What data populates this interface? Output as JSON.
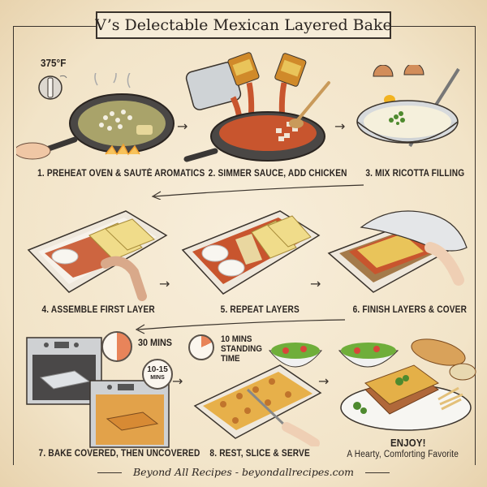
{
  "title": "V’s Delectable Mexican Layered Bake",
  "steps": [
    {
      "number": 1,
      "label": "1. PREHEAT OVEN & SAUTÉ AROMATICS",
      "note": "375°F",
      "icon": "skillet-onions-icon"
    },
    {
      "number": 2,
      "label": "2. SIMMER SAUCE, ADD CHICKEN",
      "icon": "sauce-pour-skillet-icon"
    },
    {
      "number": 3,
      "label": "3. MIX RICOTTA FILLING",
      "icon": "ricotta-bowl-whisk-icon"
    },
    {
      "number": 4,
      "label": "4. ASSEMBLE FIRST LAYER",
      "icon": "baking-dish-first-layer-icon"
    },
    {
      "number": 5,
      "label": "5. REPEAT LAYERS",
      "icon": "baking-dish-layers-icon"
    },
    {
      "number": 6,
      "label": "6. FINISH LAYERS & COVER",
      "icon": "baking-dish-foil-icon"
    },
    {
      "number": 7,
      "label": "7. BAKE COVERED, THEN UNCOVERED",
      "timer_1": "30 MINS",
      "timer_2_top": "10-15",
      "timer_2_bottom": "MINS",
      "icon": "oven-bake-icon"
    },
    {
      "number": 8,
      "label": "8. REST, SLICE & SERVE",
      "timer": "10 MINS STANDING TIME",
      "timer_lines": [
        "10 MINS",
        "STANDING",
        "TIME"
      ],
      "icon": "baked-dish-slice-icon"
    }
  ],
  "final": {
    "heading": "ENJOY!",
    "subheading": "A Hearty, Comforting Favorite",
    "icon": "plated-lasagna-salad-bread-icon"
  },
  "footer": "Beyond All Recipes - beyondallrecipes.com",
  "colors": {
    "paper": "#f3e6cf",
    "ink": "#2a2420",
    "sauce": "#c8552e",
    "cheese": "#e9c45a",
    "pasta": "#f0dc8a",
    "greens": "#5f9a35",
    "timer_accent": "#e8845a"
  }
}
